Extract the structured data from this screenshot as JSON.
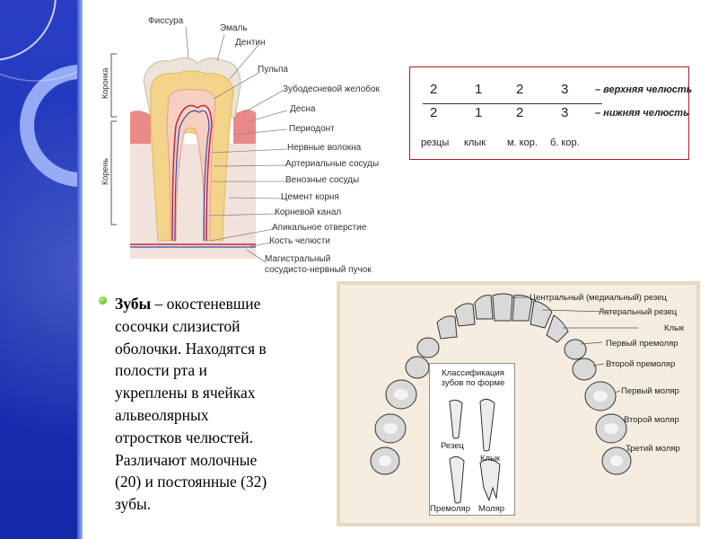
{
  "tooth_labels": {
    "fissure": "Фиссура",
    "enamel": "Эмаль",
    "dentin": "Дентин",
    "pulp": "Пульпа",
    "gingival_groove": "Зубодесневой желобок",
    "gum": "Десна",
    "periodont": "Периодонт",
    "nerve_fibers": "Нервные волокна",
    "arterial_vessels": "Артериальные сосуды",
    "venous_vessels": "Венозные сосуды",
    "root_cement": "Цемент корня",
    "root_canal": "Корневой канал",
    "apical_opening": "Апикальное отверстие",
    "jaw_bone": "Кость челюсти",
    "main_bundle_line1": "Магистральный",
    "main_bundle_line2": "сосудисто-нервный пучок",
    "crown": "Коронка",
    "root": "Корень"
  },
  "dental_formula": {
    "upper": [
      "2",
      "1",
      "2",
      "3"
    ],
    "lower": [
      "2",
      "1",
      "2",
      "3"
    ],
    "upper_note": "– верхняя челюсть",
    "lower_note": "– нижняя челюсть",
    "columns": [
      "резцы",
      "клык",
      "м. кор.",
      "б. кор."
    ]
  },
  "body_text": {
    "term": "Зубы",
    "lines": [
      " – окостеневшие",
      "сосочки слизистой",
      "оболочки. Находятся в",
      "полости рта и",
      "укреплены в ячейках",
      "альвеолярных",
      "отростков челюстей.",
      "Различают молочные",
      "(20) и постоянные (32)",
      "зубы."
    ]
  },
  "jaw_labels": [
    "Центральный (медиальный) резец",
    "Латеральный резец",
    "Клык",
    "Первый премоляр",
    "Второй премоляр",
    "Первый моляр",
    "Второй моляр",
    "Третий моляр"
  ],
  "classification": {
    "title_line1": "Классификация",
    "title_line2": "зубов по форме",
    "incisor": "Резец",
    "canine": "Клык",
    "premolar": "Премоляр",
    "molar": "Моляр"
  },
  "colors": {
    "band": "#1d35b8",
    "formula_border": "#b01c2a",
    "jaw_panel": "#f6ede1",
    "bullet": "#4caa1a"
  }
}
